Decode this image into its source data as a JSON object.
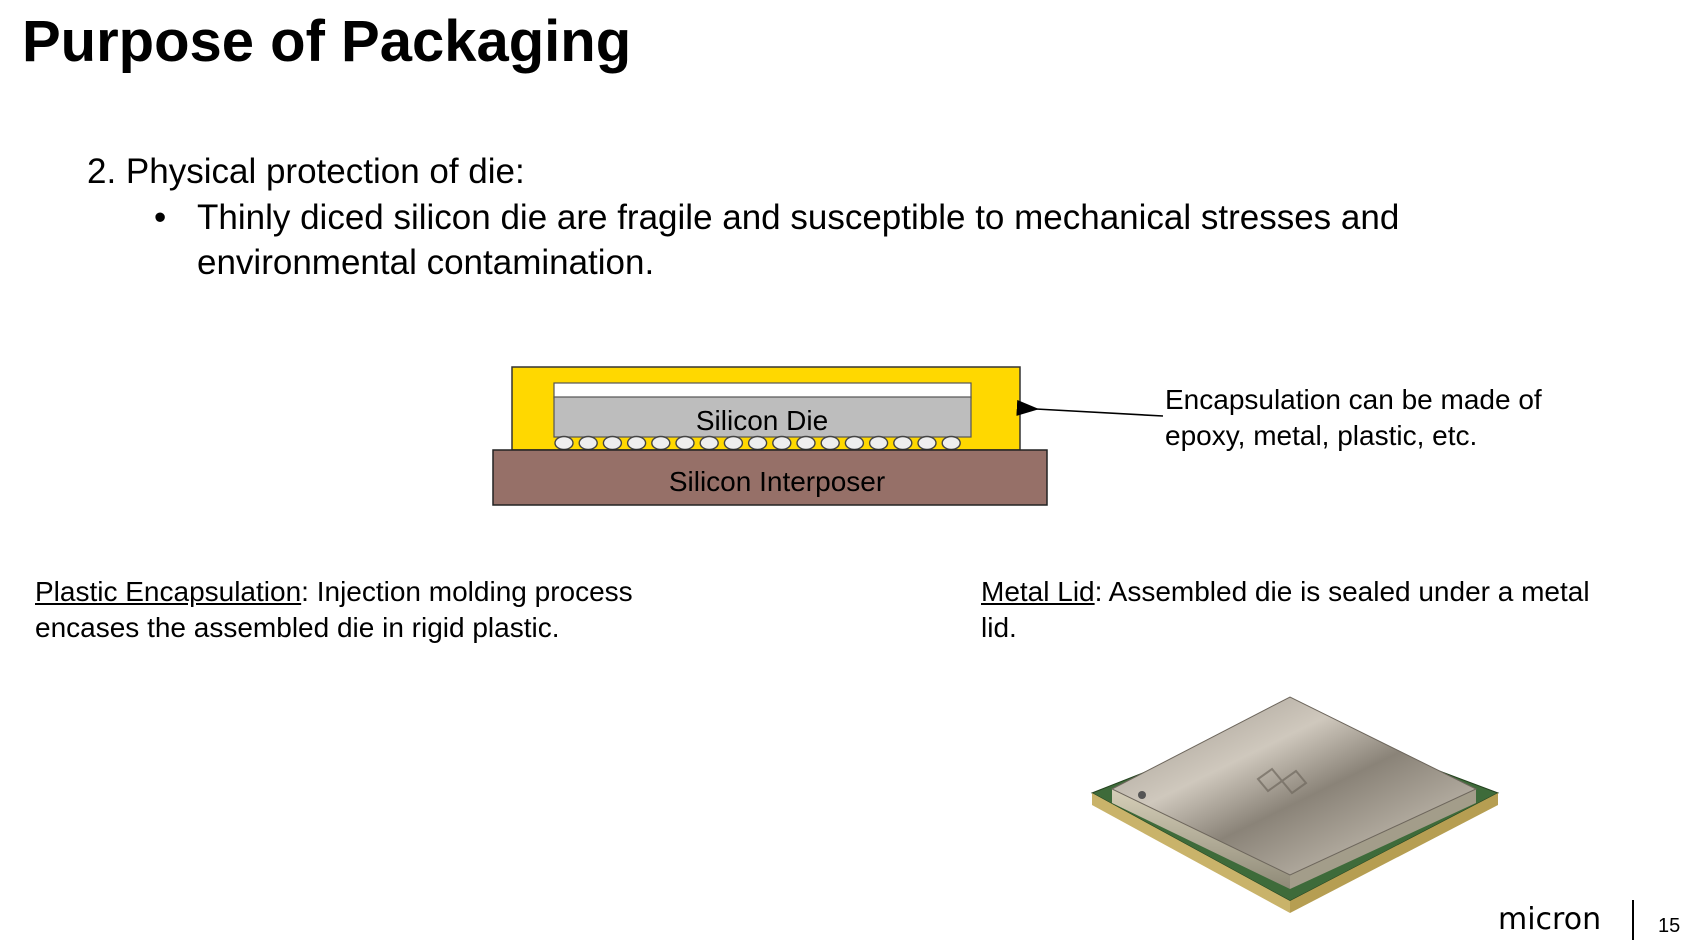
{
  "slide": {
    "title": "Purpose of Packaging",
    "point": "2. Physical protection of die:",
    "bullet": "Thinly diced silicon die are fragile and susceptible to mechanical stresses and environmental contamination.",
    "bullet_marker": "•"
  },
  "diagram": {
    "die_label": "Silicon Die",
    "interposer_label": "Silicon Interposer",
    "encapsulation_note": "Encapsulation can be made of epoxy, metal, plastic, etc.",
    "colors": {
      "encapsulation": "#FFD800",
      "die": "#BDBDBD",
      "interposer": "#967068",
      "bumps": "#EEEEEE"
    }
  },
  "captions": {
    "plastic_term": "Plastic Encapsulation",
    "plastic_text": ":  Injection molding process encases the assembled die in rigid plastic.",
    "metal_term": "Metal Lid",
    "metal_text": ":  Assembled die is sealed under a metal lid."
  },
  "footer": {
    "logo": "micron",
    "page_number": "15"
  }
}
